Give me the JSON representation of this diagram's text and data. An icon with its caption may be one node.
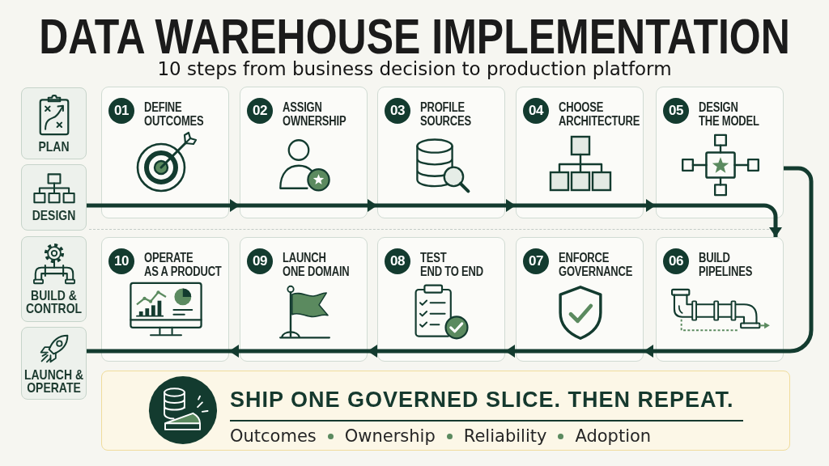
{
  "diagram": {
    "title": "DATA WAREHOUSE IMPLEMENTATION",
    "nodes": [
      {
        "text": [
          "PLAN"
        ]
      },
      {
        "text": [
          "DESIGN"
        ]
      },
      {
        "text": [
          "BUILD & CONTROL"
        ]
      },
      {
        "text": [
          "LAUNCH & OPERATE"
        ]
      },
      {
        "text": [
          "01",
          "DEFINE OUTCOMES"
        ]
      },
      {
        "text": [
          "02",
          "ASSIGN OWNERSHIP"
        ]
      },
      {
        "text": [
          "03",
          "PROFILE SOURCES"
        ]
      },
      {
        "text": [
          "04",
          "CHOOSE ARCHITECTURE"
        ]
      },
      {
        "text": [
          "05",
          "DESIGN THE MODEL"
        ]
      },
      {
        "text": [
          "06",
          "BUILD PIPELINES"
        ]
      },
      {
        "text": [
          "07",
          "ENFORCE GOVERNANCE"
        ]
      },
      {
        "text": [
          "08",
          "TEST END TO END"
        ]
      },
      {
        "text": [
          "09",
          "LAUNCH ONE DOMAIN"
        ]
      },
      {
        "text": [
          "10",
          "OPERATE AS A PRODUCT"
        ]
      },
      {
        "text": [
          "SHIP ONE GOVERNED SLICE. THEN REPEAT.",
          "Outcomes",
          "Ownership",
          "Reliability",
          "Adoption"
        ]
      }
    ],
    "edges": [
      {
        "from": 1,
        "to": 4,
        "arrow": "none"
      },
      {
        "from": 4,
        "to": 5,
        "arrow": "to"
      },
      {
        "from": 5,
        "to": 6,
        "arrow": "to"
      },
      {
        "from": 6,
        "to": 7,
        "arrow": "to"
      },
      {
        "from": 7,
        "to": 8,
        "arrow": "to"
      },
      {
        "from": 8,
        "to": 9,
        "arrow": "to"
      },
      {
        "from": 8,
        "to": 9,
        "arrow": "none"
      },
      {
        "from": 9,
        "to": 10,
        "arrow": "to"
      },
      {
        "from": 10,
        "to": 11,
        "arrow": "to"
      },
      {
        "from": 11,
        "to": 12,
        "arrow": "to"
      },
      {
        "from": 12,
        "to": 13,
        "arrow": "to"
      },
      {
        "from": 13,
        "to": 3,
        "arrow": "none"
      }
    ],
    "labels": [
      "10 steps from business decision to production platform"
    ]
  }
}
